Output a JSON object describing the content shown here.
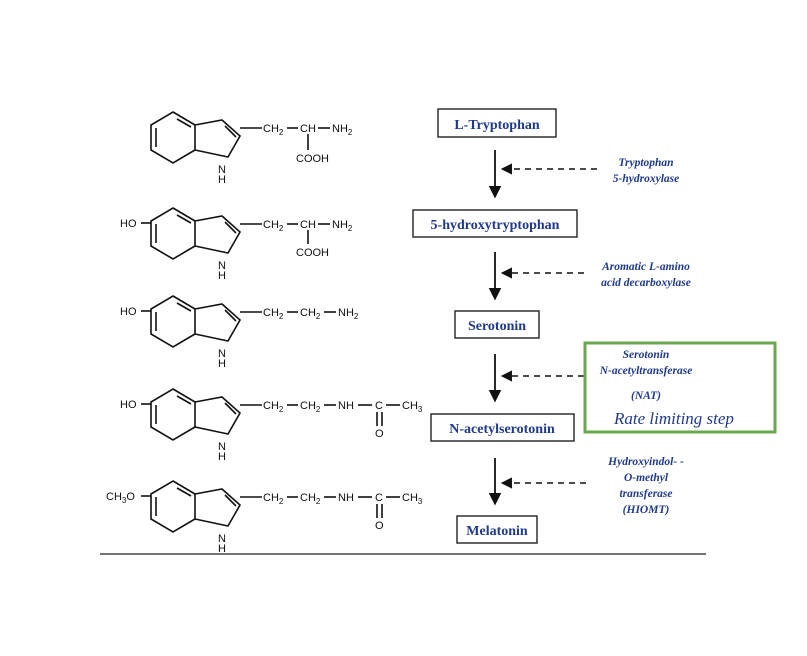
{
  "pathway": {
    "compounds": [
      {
        "name": "L-Tryptophan"
      },
      {
        "name": "5-hydroxytryptophan"
      },
      {
        "name": "Serotonin"
      },
      {
        "name": "N-acetylserotonin"
      },
      {
        "name": "Melatonin"
      }
    ],
    "enzymes": [
      {
        "lines": [
          "Tryptophan",
          "5-hydroxylase"
        ]
      },
      {
        "lines": [
          "Aromatic L-amino",
          "acid decarboxylase"
        ]
      },
      {
        "lines": [
          "Serotonin",
          "N-acetyltransferase",
          "(NAT)"
        ]
      },
      {
        "lines": [
          "Hydroxyindol- -",
          "O-methyl",
          "transferase",
          "(HIOMT)"
        ]
      }
    ],
    "highlight_note": "Rate limiting step",
    "highlight_color": "#6aa84f",
    "text_color": "#1f3a8a"
  },
  "structures": {
    "labels": {
      "ch2": "CH",
      "ch": "CH",
      "nh2": "NH",
      "nh": "NH",
      "n_h": "N",
      "h": "H",
      "cooh": "COOH",
      "ho": "HO",
      "ch3o": "CH",
      "ch3": "CH",
      "o": "O",
      "c": "C",
      "o_suffix": "O",
      "sub2": "2",
      "sub3": "3"
    }
  }
}
